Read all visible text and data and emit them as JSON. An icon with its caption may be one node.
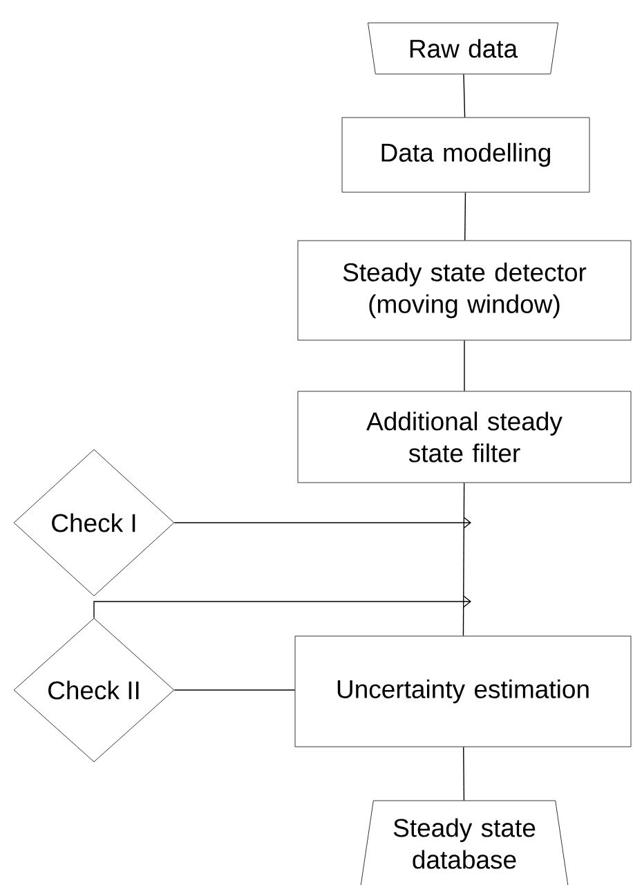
{
  "diagram": {
    "nodes": [
      {
        "text": [
          "Raw data"
        ]
      },
      {
        "text": [
          "Data modelling"
        ]
      },
      {
        "text": [
          "Steady state detector (moving window)"
        ]
      },
      {
        "text": [
          "Additional steady state filter"
        ]
      },
      {
        "text": [
          "Check I"
        ]
      },
      {
        "text": [
          "Check II"
        ]
      },
      {
        "text": [
          "Uncertainty estimation"
        ]
      },
      {
        "text": [
          "Steady state database"
        ]
      }
    ],
    "edges": [
      {
        "from": 0,
        "to": 1,
        "arrow": "none"
      },
      {
        "from": 1,
        "to": 2,
        "arrow": "none"
      },
      {
        "from": 2,
        "to": 3,
        "arrow": "none"
      },
      {
        "from": 3,
        "to": 6,
        "arrow": "none"
      },
      {
        "from": 4,
        "to": null,
        "arrow": "to"
      },
      {
        "from": 5,
        "to": null,
        "arrow": "to"
      },
      {
        "from": 5,
        "to": 6,
        "arrow": "none"
      },
      {
        "from": 6,
        "to": 7,
        "arrow": "none"
      }
    ]
  }
}
